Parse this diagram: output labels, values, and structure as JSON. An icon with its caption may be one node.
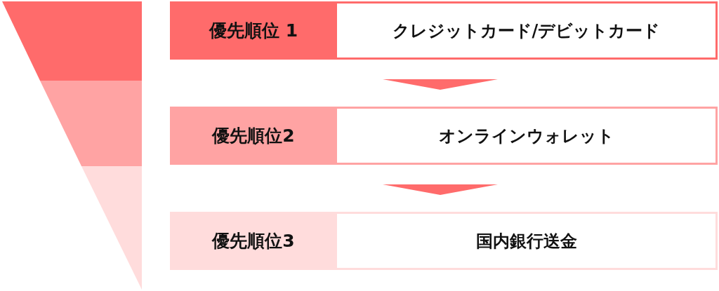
{
  "diagram": {
    "nodes": [
      {
        "text": [
          "優先順位 1"
        ]
      },
      {
        "text": [
          "クレジットカード/デビットカード"
        ]
      },
      {
        "text": [
          "優先順位2"
        ]
      },
      {
        "text": [
          "オンラインウォレット"
        ]
      },
      {
        "text": [
          "優先順位3"
        ]
      },
      {
        "text": [
          "国内銀行送金"
        ]
      }
    ],
    "edges": [
      {
        "from": 1,
        "to": 3,
        "arrow": "to"
      },
      {
        "from": 3,
        "to": 5,
        "arrow": "to"
      }
    ]
  }
}
